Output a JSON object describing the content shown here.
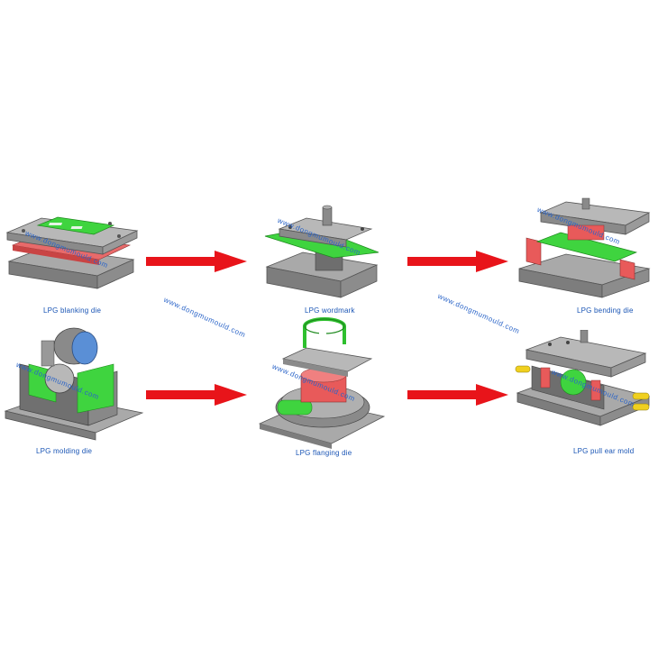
{
  "steps": [
    {
      "label": "LPG blanking die"
    },
    {
      "label": "LPG wordmark"
    },
    {
      "label": "LPG bending die"
    },
    {
      "label": "LPG molding die"
    },
    {
      "label": "LPG flanging die"
    },
    {
      "label": "LPG pull ear mold"
    }
  ],
  "watermark": "www.dongmumould.com",
  "colors": {
    "arrow": "#e8141a",
    "caption": "#1a55b5",
    "part_green": "#3fd43f",
    "die_grey": "#9a9a9a",
    "die_red": "#e85a5a"
  }
}
